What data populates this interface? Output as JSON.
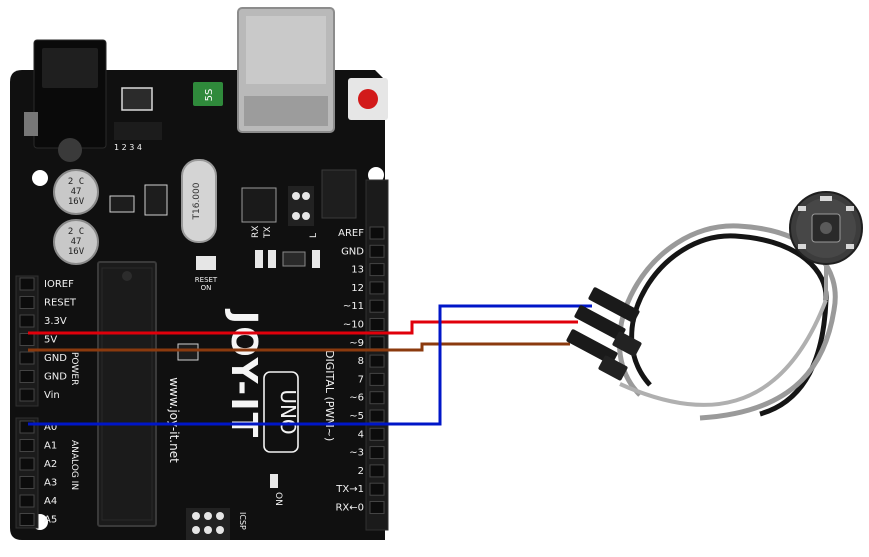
{
  "board": {
    "brand": "JOY-IT",
    "model": "UNO",
    "website": "www.joy-it.net",
    "crystal": "T16.000",
    "fuse": "5S",
    "cap_label_1": "2 C\n47\n16V",
    "cap_label_2": "2 C\n47\n16V",
    "reset_label": "RESET\nON",
    "tx_label": "TX",
    "rx_label": "RX",
    "l_label": "L",
    "on_label": "ON",
    "icsp_label": "ICSP",
    "ic_pins": "1 2 3 4",
    "power_header_label": "POWER",
    "analog_header_label": "ANALOG IN",
    "digital_header_label": "DIGITAL (PWM~)",
    "power_pins": [
      "IOREF",
      "RESET",
      "3.3V",
      "5V",
      "GND",
      "GND",
      "Vin"
    ],
    "analog_pins": [
      "A0",
      "A1",
      "A2",
      "A3",
      "A4",
      "A5"
    ],
    "digital_pins": [
      "AREF",
      "GND",
      "13",
      "12",
      "~11",
      "~10",
      "~9",
      "8",
      "7",
      "~6",
      "~5",
      "4",
      "~3",
      "2",
      "TX→1",
      "RX←0"
    ]
  },
  "wires": {
    "power": {
      "color": "#e0000b"
    },
    "ground": {
      "color": "#8b3a0e"
    },
    "signal": {
      "color": "#0016c8"
    }
  },
  "colors": {
    "pcb": "#101010",
    "silkscreen": "#f2f2f2",
    "header": "#1b1b1b",
    "usb": "#b9b9b9",
    "reset_button": "#d21a1a",
    "sensor_board": "#3c3c3c",
    "cable_black": "#151515",
    "cable_gray": "#9a9a9a"
  }
}
